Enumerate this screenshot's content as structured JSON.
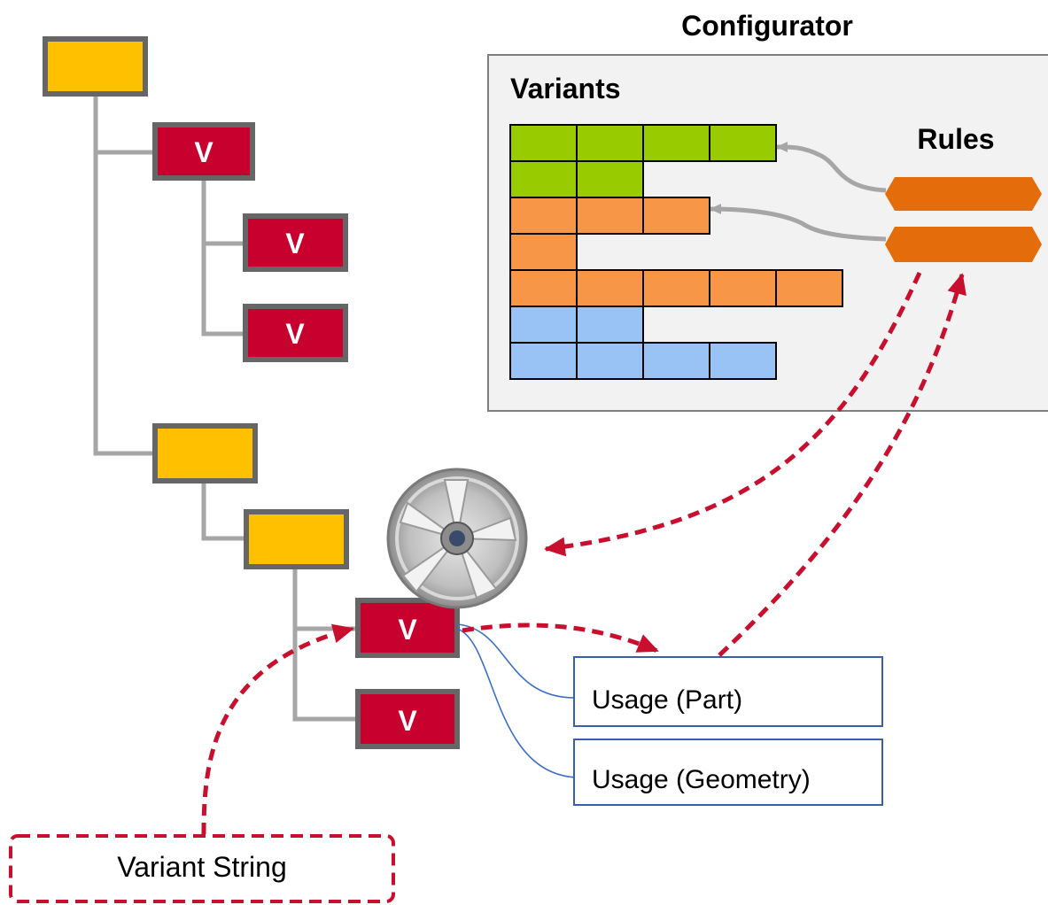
{
  "configurator": {
    "title": "Configurator",
    "variants_label": "Variants",
    "rules_label": "Rules"
  },
  "tree": {
    "variant_marker": "V"
  },
  "usages": {
    "part": "Usage (Part)",
    "geometry": "Usage (Geometry)"
  },
  "variant_string": {
    "label": "Variant String"
  },
  "variant_grid": {
    "rows": [
      {
        "cells": 4,
        "color": "#99cc00"
      },
      {
        "cells": 2,
        "color": "#99cc00"
      },
      {
        "cells": 3,
        "color": "#f79646"
      },
      {
        "cells": 1,
        "color": "#f79646"
      },
      {
        "cells": 5,
        "color": "#f79646"
      },
      {
        "cells": 2,
        "color": "#99c2f5"
      },
      {
        "cells": 4,
        "color": "#99c2f5"
      }
    ]
  },
  "colors": {
    "node_yellow": "#ffc000",
    "node_red": "#c8002d",
    "node_border": "#666666",
    "tree_line": "#a6a6a6",
    "dashed_arrow": "#c8102e",
    "rule_orange": "#e46c0a",
    "usage_border": "#3b5ea8",
    "panel_bg": "#f2f2f2"
  }
}
